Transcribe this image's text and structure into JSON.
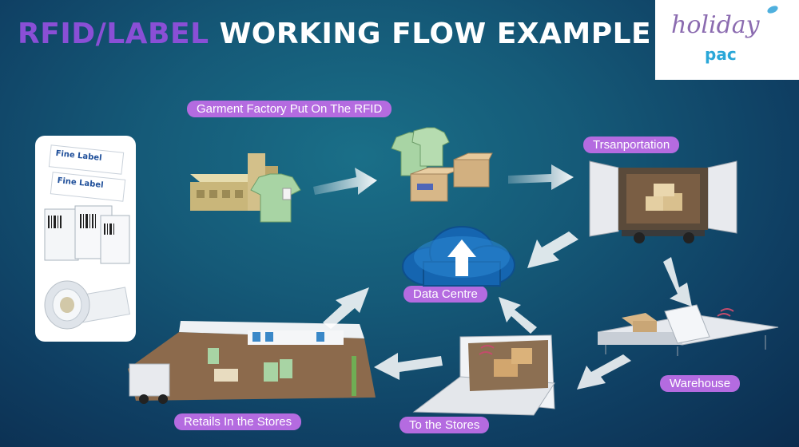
{
  "title": {
    "accent": "RFID/LABEL",
    "main": "WORKING FLOW EXAMPLE"
  },
  "logo": {
    "top": "holiday",
    "bottom": "pac"
  },
  "steps": {
    "factory": "Garment Factory Put On The RFID",
    "transport": "Trsanportation",
    "data_centre": "Data Centre",
    "warehouse": "Warehouse",
    "to_stores": "To the Stores",
    "retail": "Retails In the Stores"
  },
  "labels_panel": {
    "card1": "Fine Label",
    "card2": "Fine Label"
  },
  "colors": {
    "pill": "#b46be0",
    "title_accent": "#8a4fd6",
    "background": "#135475",
    "cloud": "#1565b0"
  }
}
